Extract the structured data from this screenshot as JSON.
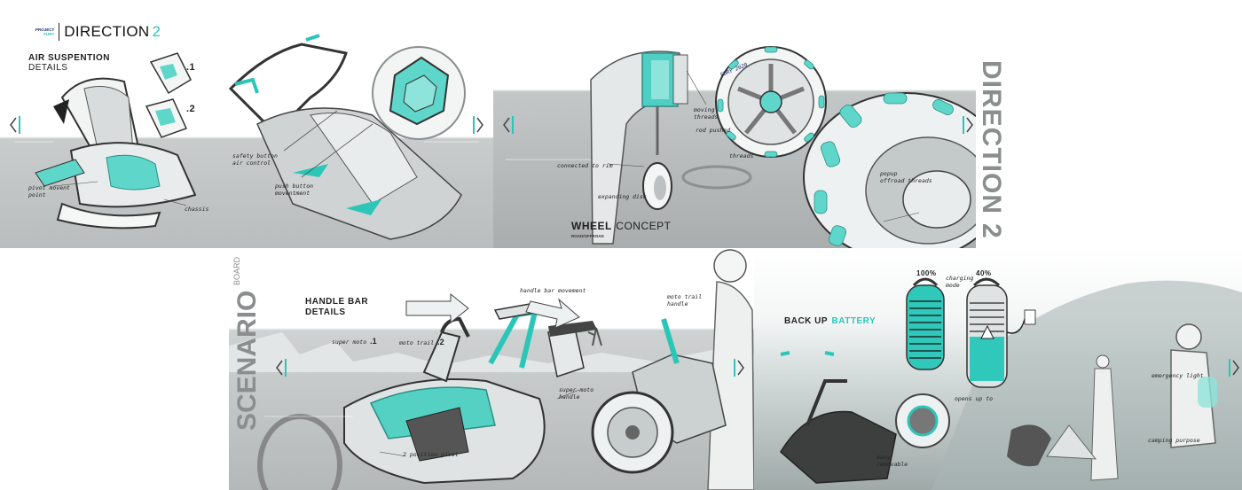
{
  "header": {
    "project_line1": "PROJECT",
    "project_line2": "FURY",
    "title": "DIRECTION",
    "title_number": "2"
  },
  "air_suspension": {
    "title": "AIR SUSPENTION",
    "subtitle": "DETAILS",
    "marker_1": ".1",
    "marker_2": ".2",
    "labels": {
      "pivot": "pivot movent\npoint",
      "chassis": "chassis",
      "safety": "safety button\nair control",
      "push": "push button\nmoventment"
    }
  },
  "wheel": {
    "title_bold": "WHEEL",
    "title_light": "CONCEPT",
    "subtitle": "ROAD/OFFROAD",
    "labels": {
      "moving": "moving\nthreads",
      "rod": "rod pushed",
      "connected": "connected to rim",
      "threads": "threads",
      "expanding": "expanding disk",
      "popup": "popup\noffroad threads"
    },
    "tire_text": "FURY 2020"
  },
  "side_title": {
    "word": "DIRECTION",
    "number": "2"
  },
  "scenario": {
    "word": "SCENARIO",
    "sub": "BOARD"
  },
  "handle_bar": {
    "title_line1": "HANDLE BAR",
    "title_line2": "DETAILS",
    "labels": {
      "super_moto": "super moto",
      "super_moto_num": ".1",
      "moto_trail": "moto trail",
      "moto_trail_num": ".2",
      "movement": "handle bar movement",
      "moto_trail_handle": "moto trail\nhandle",
      "super_moto_handle": "super moto\nhandle",
      "pivot2": "2 position pivot"
    }
  },
  "battery": {
    "title_bold": "BACK UP",
    "title_accent": "BATTERY",
    "pct_left": "100%",
    "pct_right": "40%",
    "labels": {
      "charging": "charging\nmode",
      "opens": "opens up to",
      "removable": "easy\nremovable",
      "emergency": "emergency light",
      "camping": "camping purpose"
    }
  },
  "colors": {
    "accent": "#2bc6b8",
    "navy": "#1b2a6b",
    "grey": "#8a8e8e"
  },
  "icons": {
    "nav_left": "chevron-left-icon",
    "nav_right": "chevron-right-icon"
  }
}
